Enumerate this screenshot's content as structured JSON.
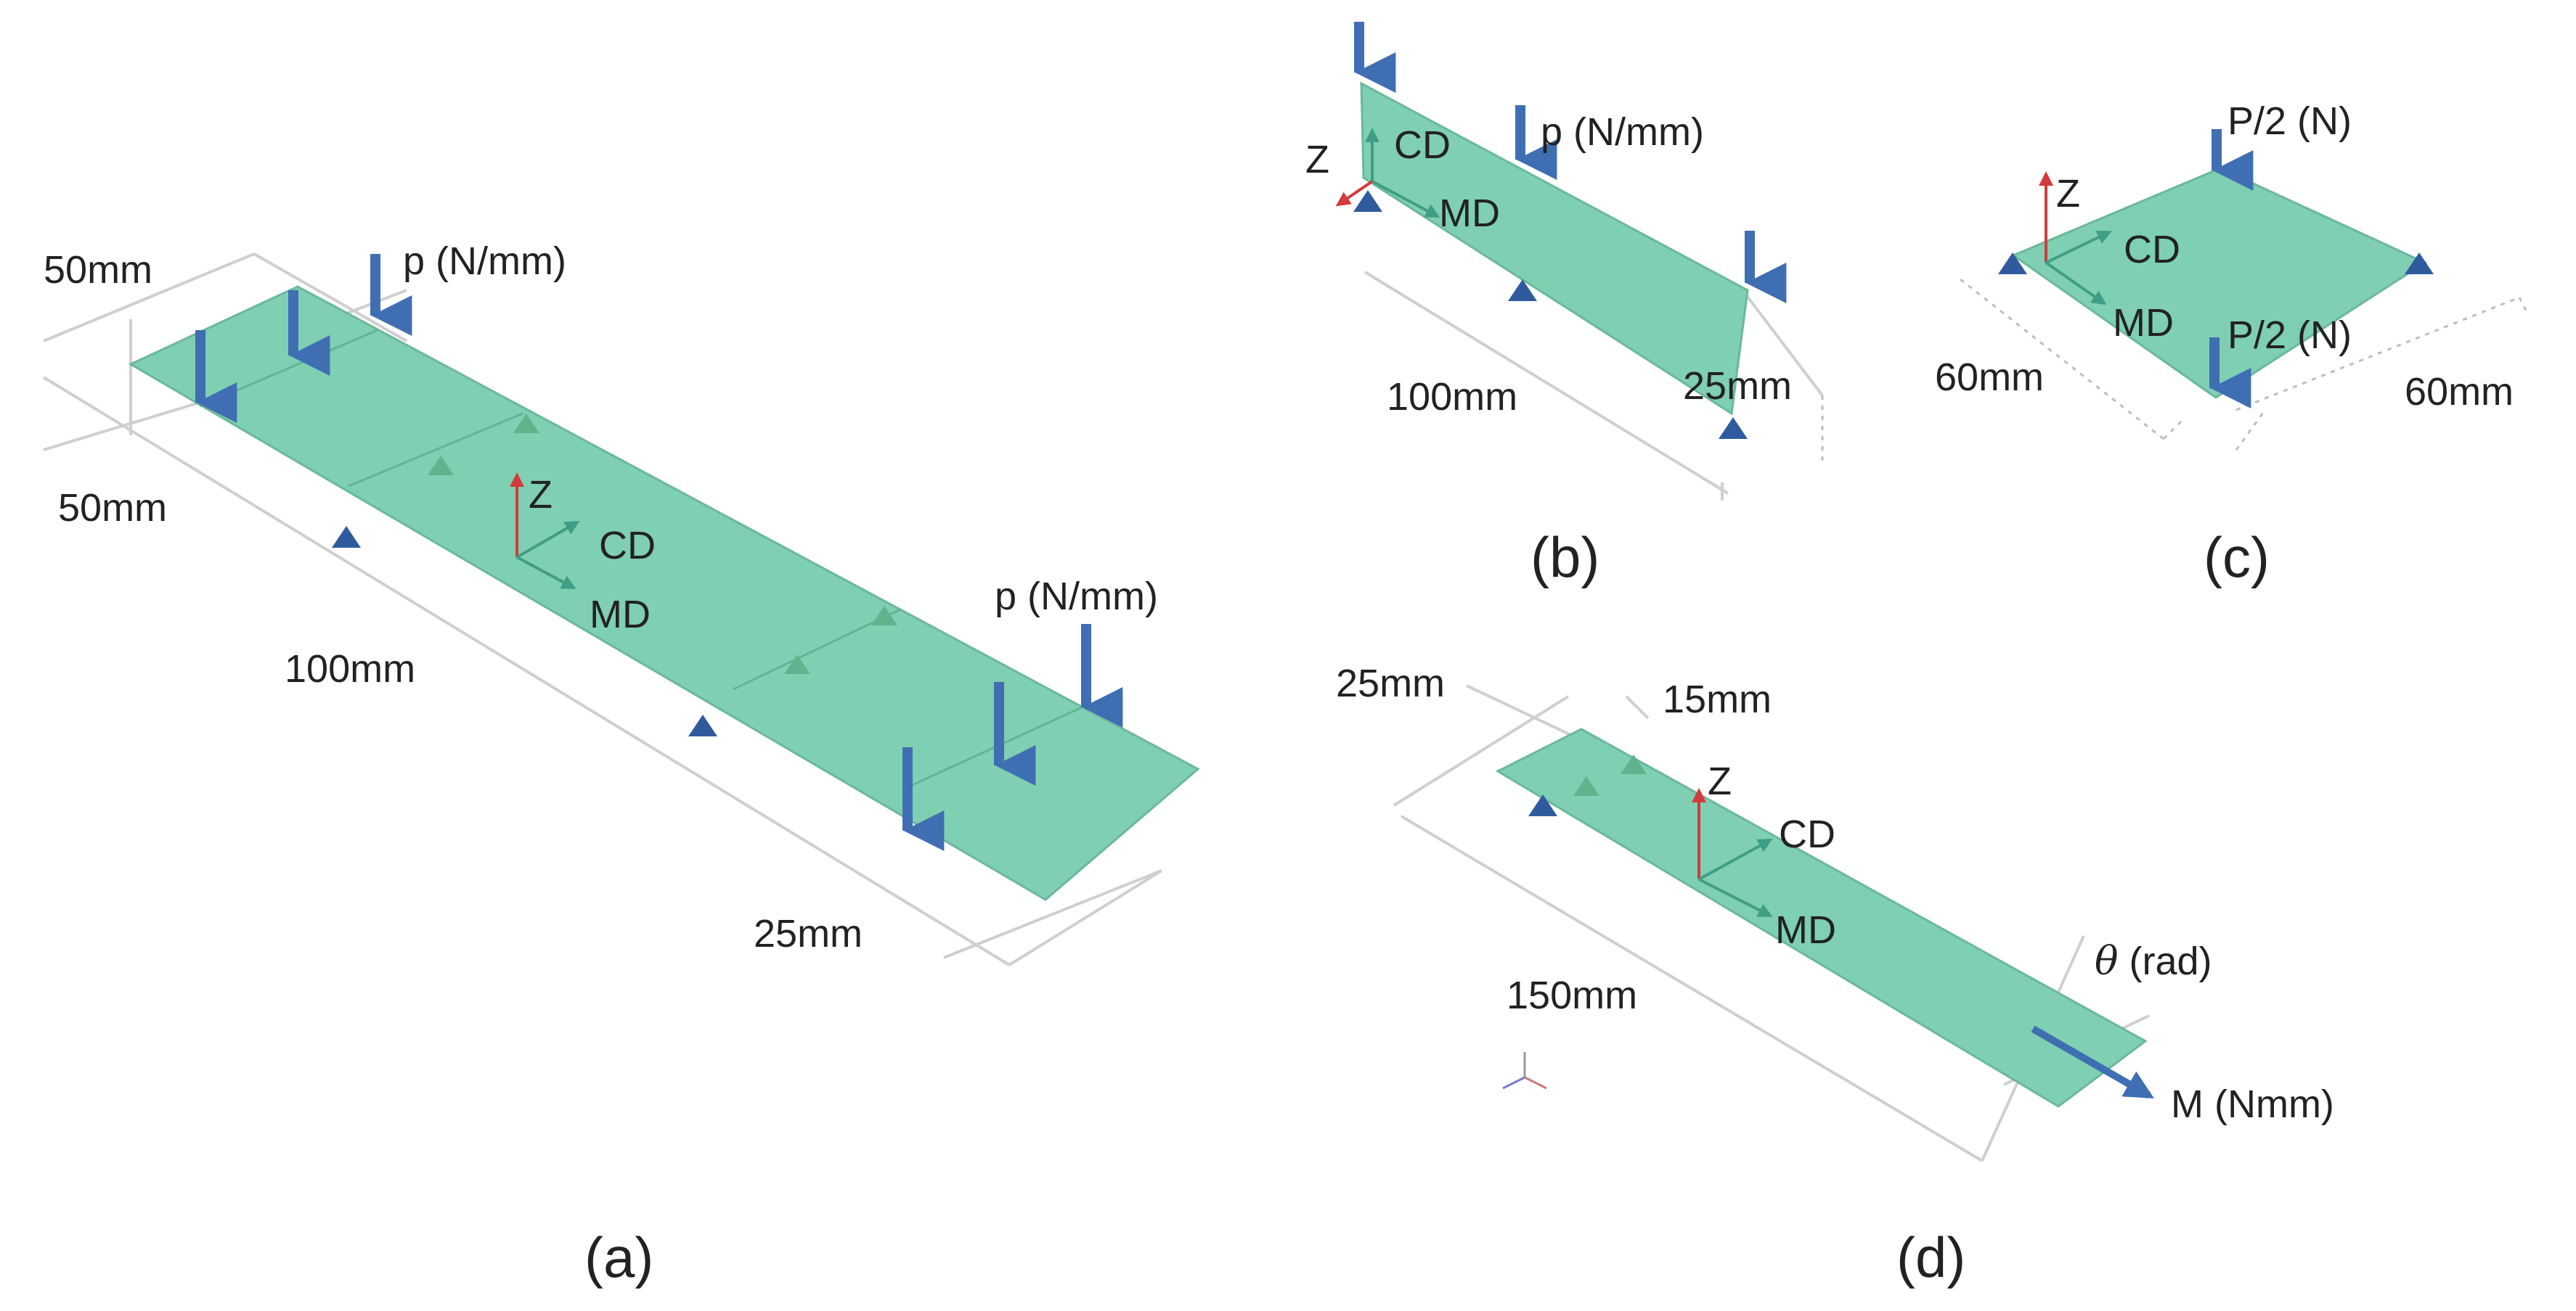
{
  "colors": {
    "plate": "#7fcfb2",
    "plate_edge": "#6ab89b",
    "load_arrow": "#3f6fb2",
    "support_blue": "#2f5b9e",
    "support_green": "#5fb48d",
    "axis_z": "#d23b3b",
    "axis_inplane": "#3e9e86",
    "guide": "#cfcfcf"
  },
  "panel_a": {
    "caption": "(a)",
    "dim_top": "50mm",
    "dim_left": "50mm",
    "dim_length": "100mm",
    "dim_width": "25mm",
    "load_left": "p (N/mm)",
    "load_right": "p (N/mm)",
    "axis_z": "Z",
    "axis_cd": "CD",
    "axis_md": "MD"
  },
  "panel_b": {
    "caption": "(b)",
    "load": "p (N/mm)",
    "axis_z": "Z",
    "axis_cd": "CD",
    "axis_md": "MD",
    "dim_length": "100mm",
    "dim_height": "25mm"
  },
  "panel_c": {
    "caption": "(c)",
    "load_top": "P/2 (N)",
    "load_bottom": "P/2 (N)",
    "axis_z": "Z",
    "axis_cd": "CD",
    "axis_md": "MD",
    "dim_left": "60mm",
    "dim_right": "60mm"
  },
  "panel_d": {
    "caption": "(d)",
    "dim_width": "25mm",
    "dim_offset": "15mm",
    "axis_z": "Z",
    "axis_cd": "CD",
    "axis_md": "MD",
    "dim_length": "150mm",
    "rotation_symbol": "θ",
    "rotation_unit": " (rad)",
    "moment": "M (Nmm)"
  }
}
